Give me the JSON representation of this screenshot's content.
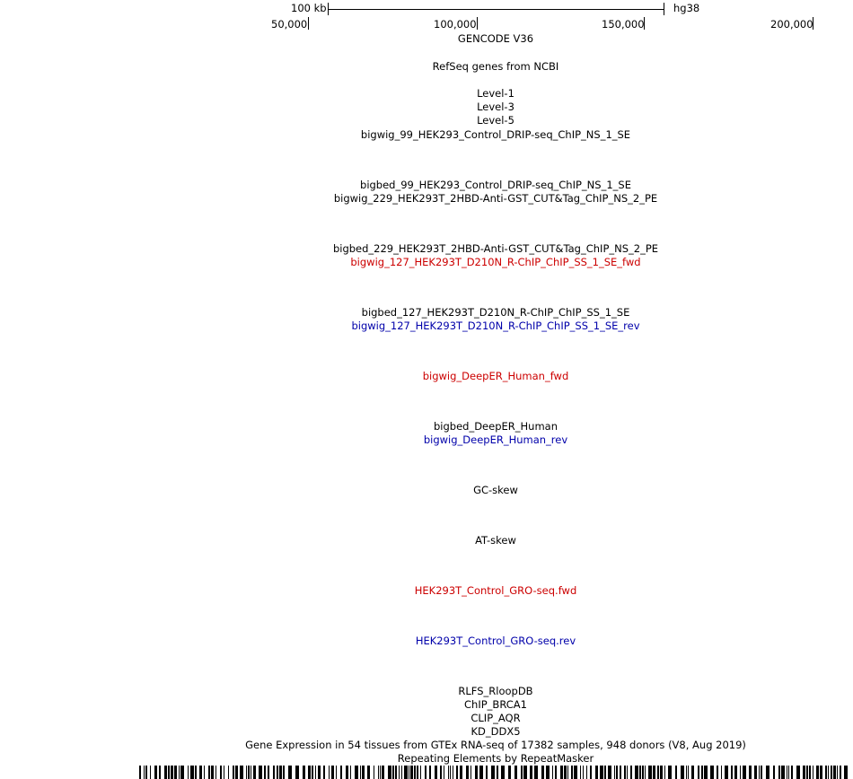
{
  "ruler": {
    "scale_label": "100 kb",
    "assembly": "hg38",
    "ticks": [
      "50,000",
      "100,000",
      "150,000",
      "200,000"
    ]
  },
  "tracks": [
    {
      "label": "GENCODE V36",
      "color": "#000000"
    },
    {
      "label": "RefSeq genes from NCBI",
      "color": "#000000"
    },
    {
      "label": "Level-1",
      "color": "#000000"
    },
    {
      "label": "Level-3",
      "color": "#000000"
    },
    {
      "label": "Level-5",
      "color": "#000000"
    },
    {
      "label": "bigwig_99_HEK293_Control_DRIP-seq_ChIP_NS_1_SE",
      "color": "#000000"
    },
    {
      "label": "bigbed_99_HEK293_Control_DRIP-seq_ChIP_NS_1_SE",
      "color": "#000000"
    },
    {
      "label": "bigwig_229_HEK293T_2HBD-Anti-GST_CUT&Tag_ChIP_NS_2_PE",
      "color": "#000000"
    },
    {
      "label": "bigbed_229_HEK293T_2HBD-Anti-GST_CUT&Tag_ChIP_NS_2_PE",
      "color": "#000000"
    },
    {
      "label": "bigwig_127_HEK293T_D210N_R-ChIP_ChIP_SS_1_SE_fwd",
      "color": "#cc0000"
    },
    {
      "label": "bigbed_127_HEK293T_D210N_R-ChIP_ChIP_SS_1_SE",
      "color": "#000000"
    },
    {
      "label": "bigwig_127_HEK293T_D210N_R-ChIP_ChIP_SS_1_SE_rev",
      "color": "#0000aa"
    },
    {
      "label": "bigwig_DeepER_Human_fwd",
      "color": "#cc0000"
    },
    {
      "label": "bigbed_DeepER_Human",
      "color": "#000000"
    },
    {
      "label": "bigwig_DeepER_Human_rev",
      "color": "#0000aa"
    },
    {
      "label": "GC-skew",
      "color": "#000000"
    },
    {
      "label": "AT-skew",
      "color": "#000000"
    },
    {
      "label": "HEK293T_Control_GRO-seq.fwd",
      "color": "#cc0000"
    },
    {
      "label": "HEK293T_Control_GRO-seq.rev",
      "color": "#0000aa"
    },
    {
      "label": "RLFS_RloopDB",
      "color": "#000000"
    },
    {
      "label": "ChIP_BRCA1",
      "color": "#000000"
    },
    {
      "label": "CLIP_AQR",
      "color": "#000000"
    },
    {
      "label": "KD_DDX5",
      "color": "#000000"
    },
    {
      "label": "Gene Expression in 54 tissues from GTEx RNA-seq of 17382 samples, 948 donors (V8, Aug 2019)",
      "color": "#000000"
    },
    {
      "label": "Repeating Elements by RepeatMasker",
      "color": "#000000"
    }
  ]
}
